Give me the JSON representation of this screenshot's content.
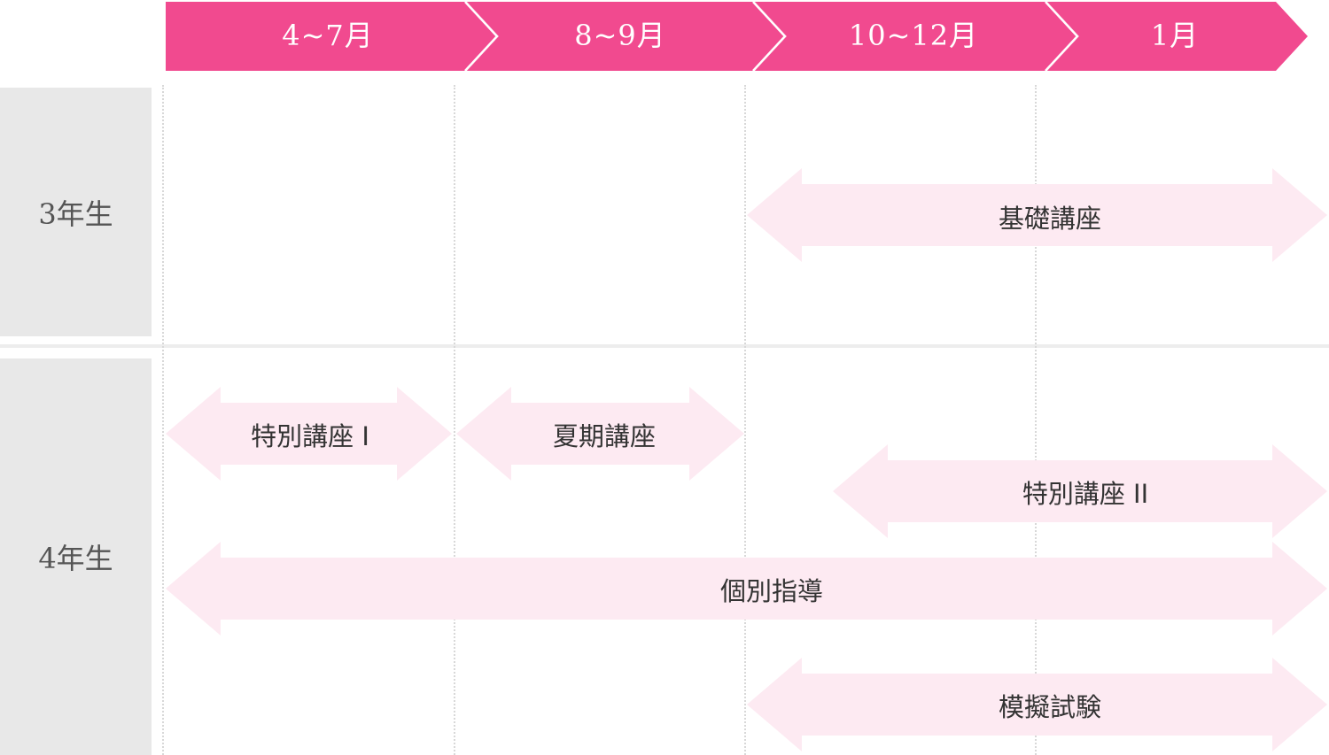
{
  "colors": {
    "header": "#f14a8f",
    "arrow": "#fdeaf2",
    "grade_bg": "#e8e8e8"
  },
  "periods": [
    {
      "label": "4~7月"
    },
    {
      "label": "8~9月"
    },
    {
      "label": "10~12月"
    },
    {
      "label": "1月"
    }
  ],
  "grades": [
    {
      "label": "3年生"
    },
    {
      "label": "4年生"
    }
  ],
  "courses": [
    {
      "label": "基礎講座"
    },
    {
      "label": "特別講座 I"
    },
    {
      "label": "夏期講座"
    },
    {
      "label": "特別講座 II"
    },
    {
      "label": "個別指導"
    },
    {
      "label": "模擬試験"
    }
  ]
}
